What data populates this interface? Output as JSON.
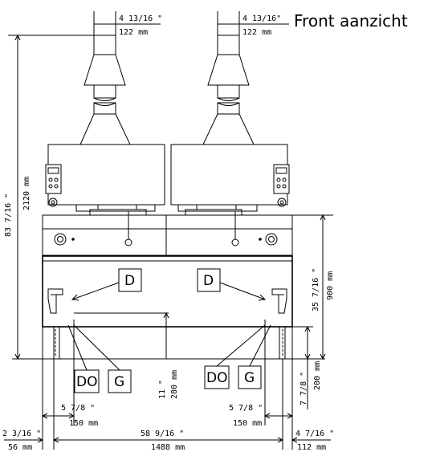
{
  "title": "Front aanzicht",
  "dimensions": {
    "flue_left_in": "4 13/16 \"",
    "flue_left_mm": "122 mm",
    "flue_right_in": "4 13/16\"",
    "flue_right_mm": "122 mm",
    "total_height_in": "83 7/16 \"",
    "total_height_mm": "2120 mm",
    "worktop_height_in": "35 7/16 \"",
    "worktop_height_mm": "900 mm",
    "leg_height_in": "7 7/8 \"",
    "leg_height_mm": "200 mm",
    "outlet_height_in": "11 \"",
    "outlet_height_mm": "280 mm",
    "side_left_in": "5 7/8 \"",
    "side_left_mm": "150 mm",
    "side_right_in": "5 7/8 \"",
    "side_right_mm": "150 mm",
    "width_in": "58 9/16 \"",
    "width_mm": "1488 mm",
    "offset_left_in": "2 3/16 \"",
    "offset_left_mm": "56 mm",
    "offset_right_in": "4 7/16 \"",
    "offset_right_mm": "112 mm"
  },
  "labels": {
    "d_left": "D",
    "d_right": "D",
    "do_left": "DO",
    "do_right": "DO",
    "g_left": "G",
    "g_right": "G"
  }
}
